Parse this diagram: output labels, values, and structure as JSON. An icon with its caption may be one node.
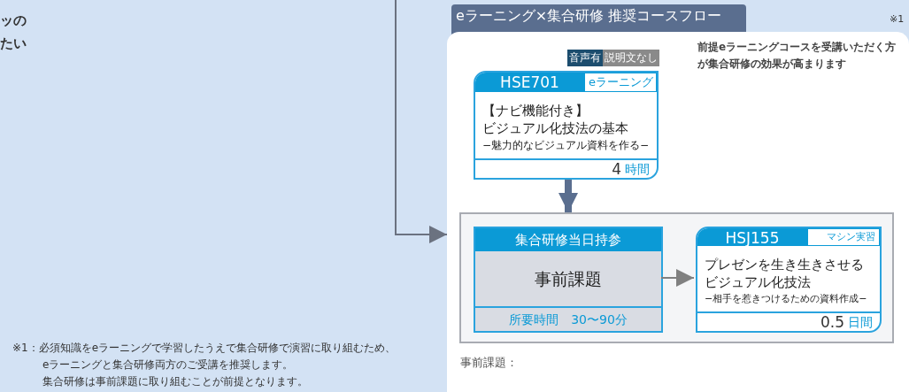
{
  "diagram": {
    "nodes": [
      {
        "text": [
          "eラーニング×集合研修 推奨コースフロー"
        ],
        "beside": [
          "※1"
        ]
      },
      {
        "text": [
          "HSE701",
          "eラーニング",
          "【ナビ機能付き】",
          "ビジュアル化技法の基本",
          "−魅力的なビジュアル資料を作る−",
          "4",
          "時間"
        ],
        "in": 0,
        "beside": [
          "音声有",
          "説明文なし"
        ]
      },
      {
        "text": [],
        "shape": "box",
        "in": 0
      },
      {
        "text": [
          "集合研修当日持参",
          "事前課題",
          "所要時間　30〜90分"
        ],
        "in": 2
      },
      {
        "text": [
          "HSJ155",
          "マシン実習",
          "プレゼンを生き生きさせる",
          "ビジュアル化技法",
          "−相手を惹きつけるための資料作成−",
          "0.5",
          "日間"
        ],
        "in": 2
      }
    ],
    "edges": [
      {
        "from": null,
        "to": 0,
        "arrow": "to",
        "color": "#6b7280"
      },
      {
        "from": 1,
        "to": 2,
        "arrow": "to",
        "style": "thick",
        "color": "#5a6e8f"
      },
      {
        "from": 3,
        "to": 4,
        "arrow": "to",
        "color": "#808080"
      }
    ],
    "labels": [
      "ッの",
      "たい",
      "前提eラーニングコースを受講いただく方が集合研修の効果が高まります",
      "※1：必須知識をeラーニングで学習したうえで集合研修で演習に取り組むため、",
      "eラーニングと集合研修両方のご受講を推奨します。",
      "集合研修は事前課題に取り組むことが前提となります。",
      "事前課題："
    ]
  }
}
